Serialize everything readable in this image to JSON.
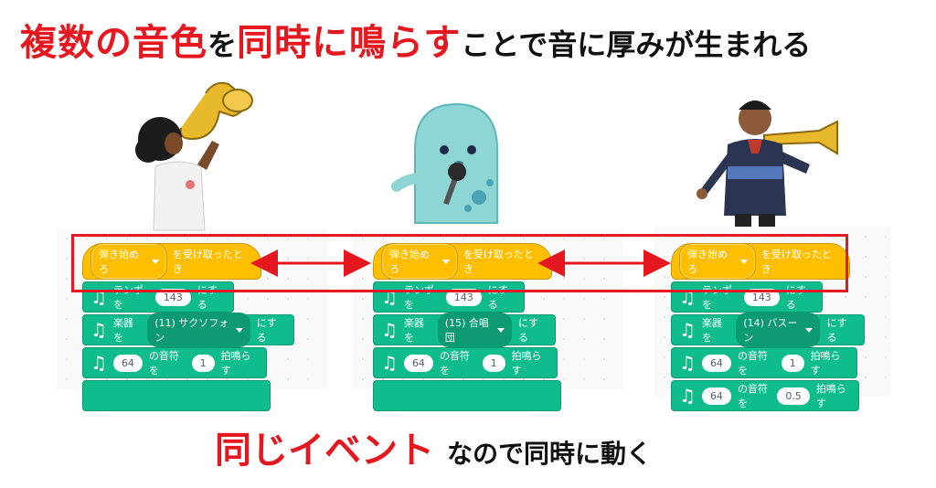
{
  "headline": {
    "part1": "複数の音色",
    "part2": "を",
    "part3": "同時に鳴らす",
    "part4": "ことで音に厚みが生まれる"
  },
  "footer": {
    "emphasis": "同じイベント",
    "rest": "なので同時に動く"
  },
  "scripts": [
    {
      "hat_message": "弾き始めろ",
      "hat_label": "を受け取ったとき",
      "tempo_label": "テンポを",
      "tempo_value": "143",
      "tempo_suffix": "にする",
      "instrument_label": "楽器を",
      "instrument_value": "(11) サクソフォン",
      "instrument_suffix": "にする",
      "note1_value": "64",
      "note1_mid": "の音符を",
      "note1_beats": "1",
      "note1_suffix": "拍鳴らす"
    },
    {
      "hat_message": "弾き始めろ",
      "hat_label": "を受け取ったとき",
      "tempo_label": "テンポを",
      "tempo_value": "143",
      "tempo_suffix": "にする",
      "instrument_label": "楽器を",
      "instrument_value": "(15) 合唱団",
      "instrument_suffix": "にする",
      "note1_value": "64",
      "note1_mid": "の音符を",
      "note1_beats": "1",
      "note1_suffix": "拍鳴らす"
    },
    {
      "hat_message": "弾き始めろ",
      "hat_label": "を受け取ったとき",
      "tempo_label": "テンポを",
      "tempo_value": "143",
      "tempo_suffix": "にする",
      "instrument_label": "楽器を",
      "instrument_value": "(14) バスーン",
      "instrument_suffix": "にする",
      "note1_value": "64",
      "note1_mid": "の音符を",
      "note1_beats": "1",
      "note1_suffix": "拍鳴らす",
      "note2_value": "64",
      "note2_mid": "の音符を",
      "note2_beats": "0.5",
      "note2_suffix": "拍鳴らす"
    }
  ],
  "colors": {
    "accent_red": "#e5171f",
    "event_block": "#ffbf00",
    "music_block": "#0fbd8c"
  }
}
